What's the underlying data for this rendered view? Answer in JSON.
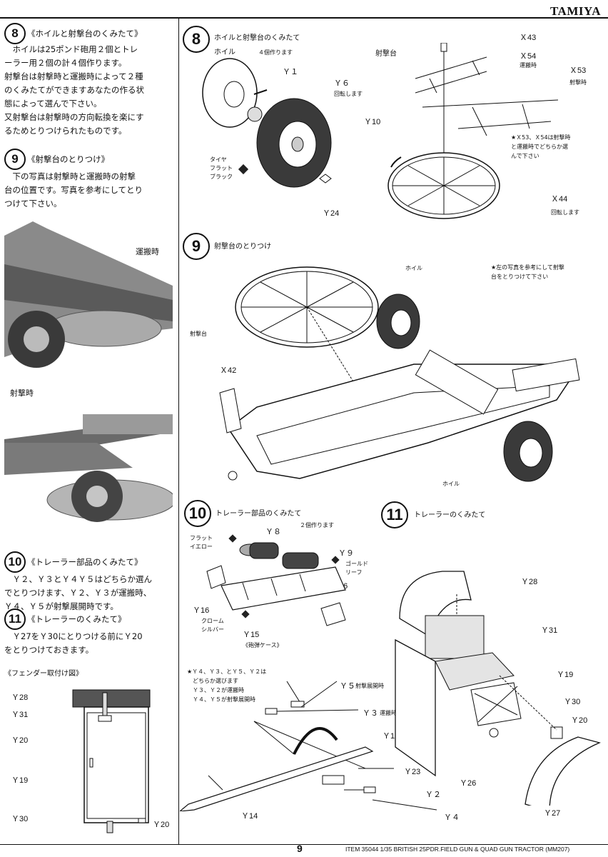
{
  "header": {
    "brand": "TAMIYA"
  },
  "left": {
    "step8": {
      "num": "8",
      "title": "《ホイルと射撃台のくみたて》",
      "body": [
        "　ホイルは25ポンド砲用２個とトレ",
        "ーラー用２個の計４個作ります。",
        "射撃台は射撃時と運搬時によって２種",
        "のくみたてができますあなたの作る状",
        "態によって選んで下さい。",
        "又射撃台は射撃時の方向転換を楽にす",
        "るためとりつけられたものです。"
      ]
    },
    "step9": {
      "num": "9",
      "title": "《射撃台のとりつけ》",
      "body": [
        "　下の写真は射撃時と運搬時の射撃",
        "台の位置です。写真を参考にしてとり",
        "つけて下さい。"
      ]
    },
    "photo_transport_label": "運搬時",
    "photo_firing_label": "射撃時",
    "step10": {
      "num": "10",
      "title": "《トレーラー部品のくみたて》",
      "body": [
        "　Ｙ２、Ｙ３とＹ４Ｙ５はどちらか選ん",
        "でとりつけます、Ｙ２、Ｙ３が運搬時、",
        "Ｙ４、Ｙ５が射撃展開時です。"
      ]
    },
    "step11": {
      "num": "11",
      "title": "《トレーラーのくみたて》",
      "body": [
        "　Ｙ27をＹ30にとりつける前にＹ20",
        "をとりつけておきます。"
      ]
    },
    "fender": {
      "title": "《フェンダー取付け図》",
      "labels": [
        "Ｙ28",
        "Ｙ31",
        "Ｙ20",
        "Ｙ19",
        "Ｙ30",
        "Ｙ20"
      ]
    }
  },
  "diagram8": {
    "num": "8",
    "title": "ホイルと射撃台のくみたて",
    "wheel": "ホイル",
    "make4": "４個作ります",
    "platform": "射撃台",
    "y1": "Ｙ１",
    "y6": "Ｙ６",
    "rotates": "回転します",
    "y10": "Ｙ10",
    "tire_paint": [
      "タイヤ",
      "フラット",
      "ブラック"
    ],
    "y24": "Ｙ24",
    "x43": "Ｘ43",
    "x54": "Ｘ54",
    "transport": "運搬時",
    "x53": "Ｘ53",
    "firing": "射撃時",
    "note": [
      "★Ｘ53、Ｘ54は射撃時",
      "と運搬時でどちらか選",
      "んで下さい"
    ],
    "x44": "Ｘ44",
    "rotates2": "回転します"
  },
  "diagram9": {
    "num": "9",
    "title": "射撃台のとりつけ",
    "note": [
      "★左の写真を参考にして射撃",
      "台をとりつけて下さい"
    ],
    "wheel_top": "ホイル",
    "platform": "射撃台",
    "x42": "Ｘ42",
    "wheel_bottom": "ホイル"
  },
  "diagram10": {
    "num": "10",
    "title": "トレーラー部品のくみたて",
    "make2": "２個作ります",
    "paint_yellow": [
      "フラット",
      "イエロー"
    ],
    "y8": "Ｙ８",
    "y9": "Ｙ９",
    "paint_gold": [
      "ゴールド",
      "リーフ"
    ],
    "y16a": "Ｙ16",
    "y16b": "Ｙ16",
    "paint_chrome": [
      "クローム",
      "シルバー"
    ],
    "y15": "Ｙ15",
    "caption": "《砲弾ケース》"
  },
  "diagram10b": {
    "note": [
      "★Ｙ４、Ｙ３、とＹ５、Ｙ２は",
      "　どちらか選びます",
      "　Ｙ３、Ｙ２が運搬時",
      "　Ｙ４、Ｙ５が射撃展開時"
    ],
    "y5": "Ｙ５",
    "y5_note": "射撃展開時",
    "y3": "Ｙ３",
    "y3_note": "運搬時",
    "y17": "Ｙ17",
    "y23": "Ｙ23",
    "y2": "Ｙ２",
    "y14": "Ｙ14",
    "y4": "Ｙ４"
  },
  "diagram11": {
    "num": "11",
    "title": "トレーラーのくみたて",
    "y28": "Ｙ28",
    "y31": "Ｙ31",
    "y19": "Ｙ19",
    "y30": "Ｙ30",
    "y20": "Ｙ20",
    "y26": "Ｙ26",
    "y27": "Ｙ27"
  },
  "footer": {
    "page": "9",
    "item": "ITEM 35044  1/35 BRITISH 25PDR.FIELD GUN & QUAD GUN TRACTOR (MM207)"
  }
}
